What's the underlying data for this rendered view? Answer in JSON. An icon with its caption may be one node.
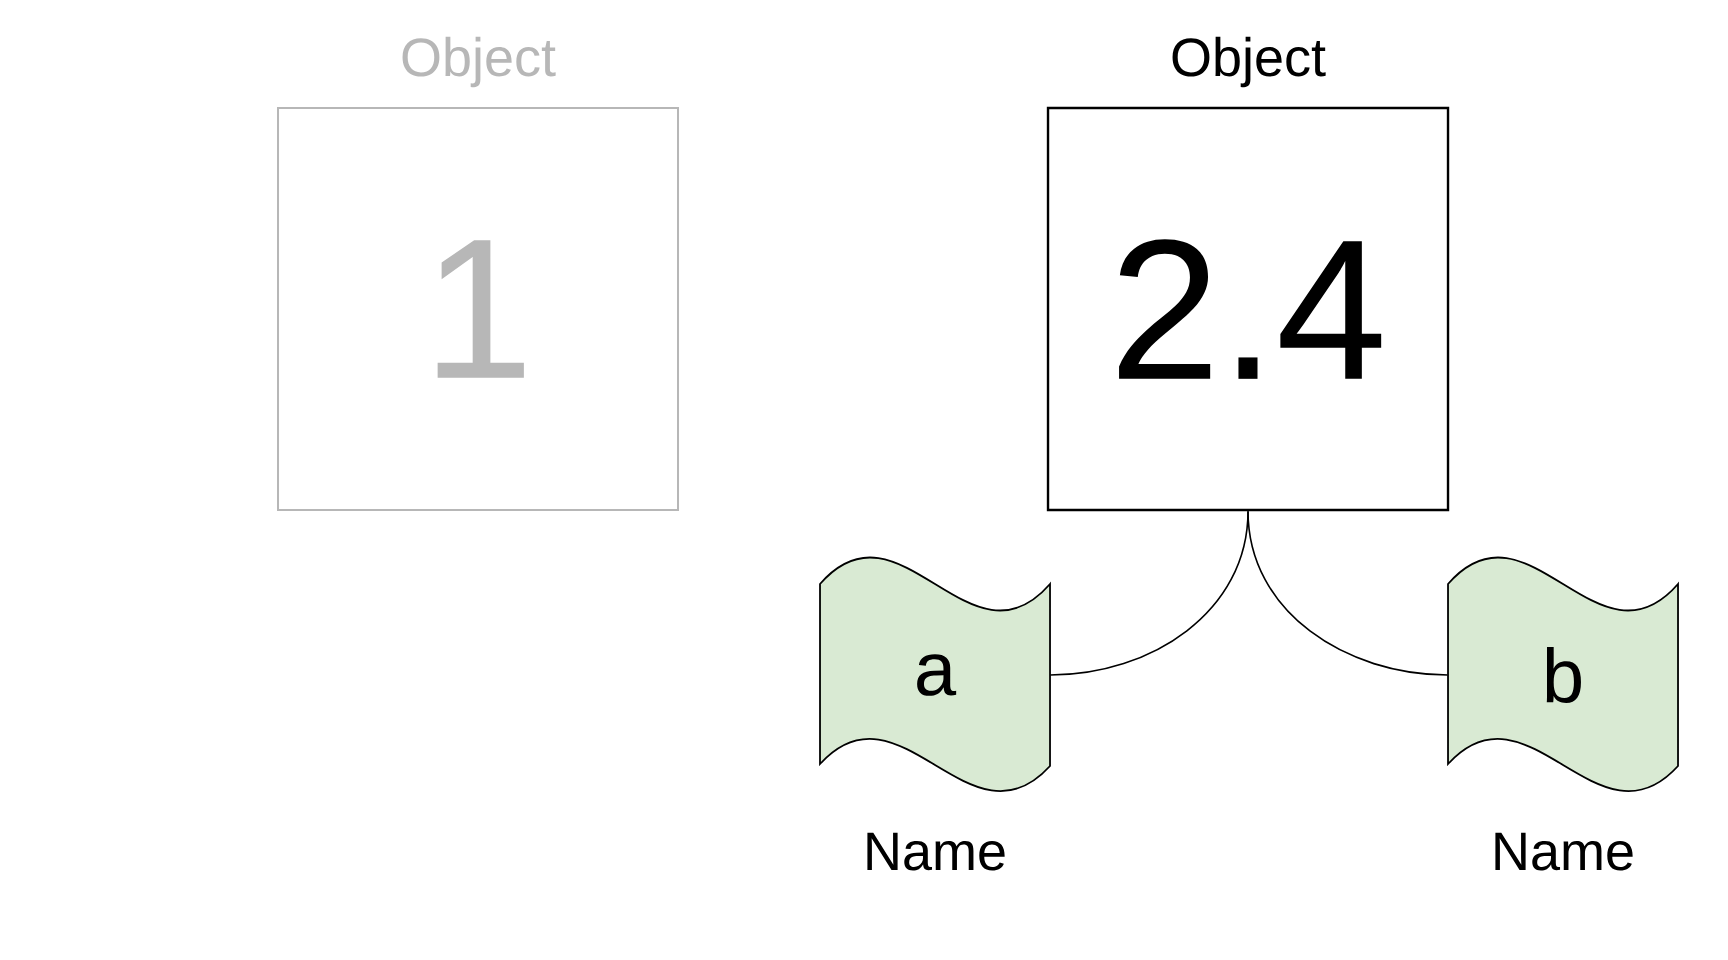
{
  "diagram": {
    "nodes": [
      {
        "text": [
          "Object",
          "1"
        ]
      },
      {
        "text": [
          "Object",
          "2.4"
        ]
      },
      {
        "text": [
          "a"
        ],
        "beside": [
          "Name"
        ]
      },
      {
        "text": [
          "b"
        ],
        "beside": [
          "Name"
        ]
      }
    ],
    "edges": [
      {
        "from": 1,
        "to": 2,
        "arrow": "none"
      },
      {
        "from": 1,
        "to": 3,
        "arrow": "none"
      }
    ]
  }
}
